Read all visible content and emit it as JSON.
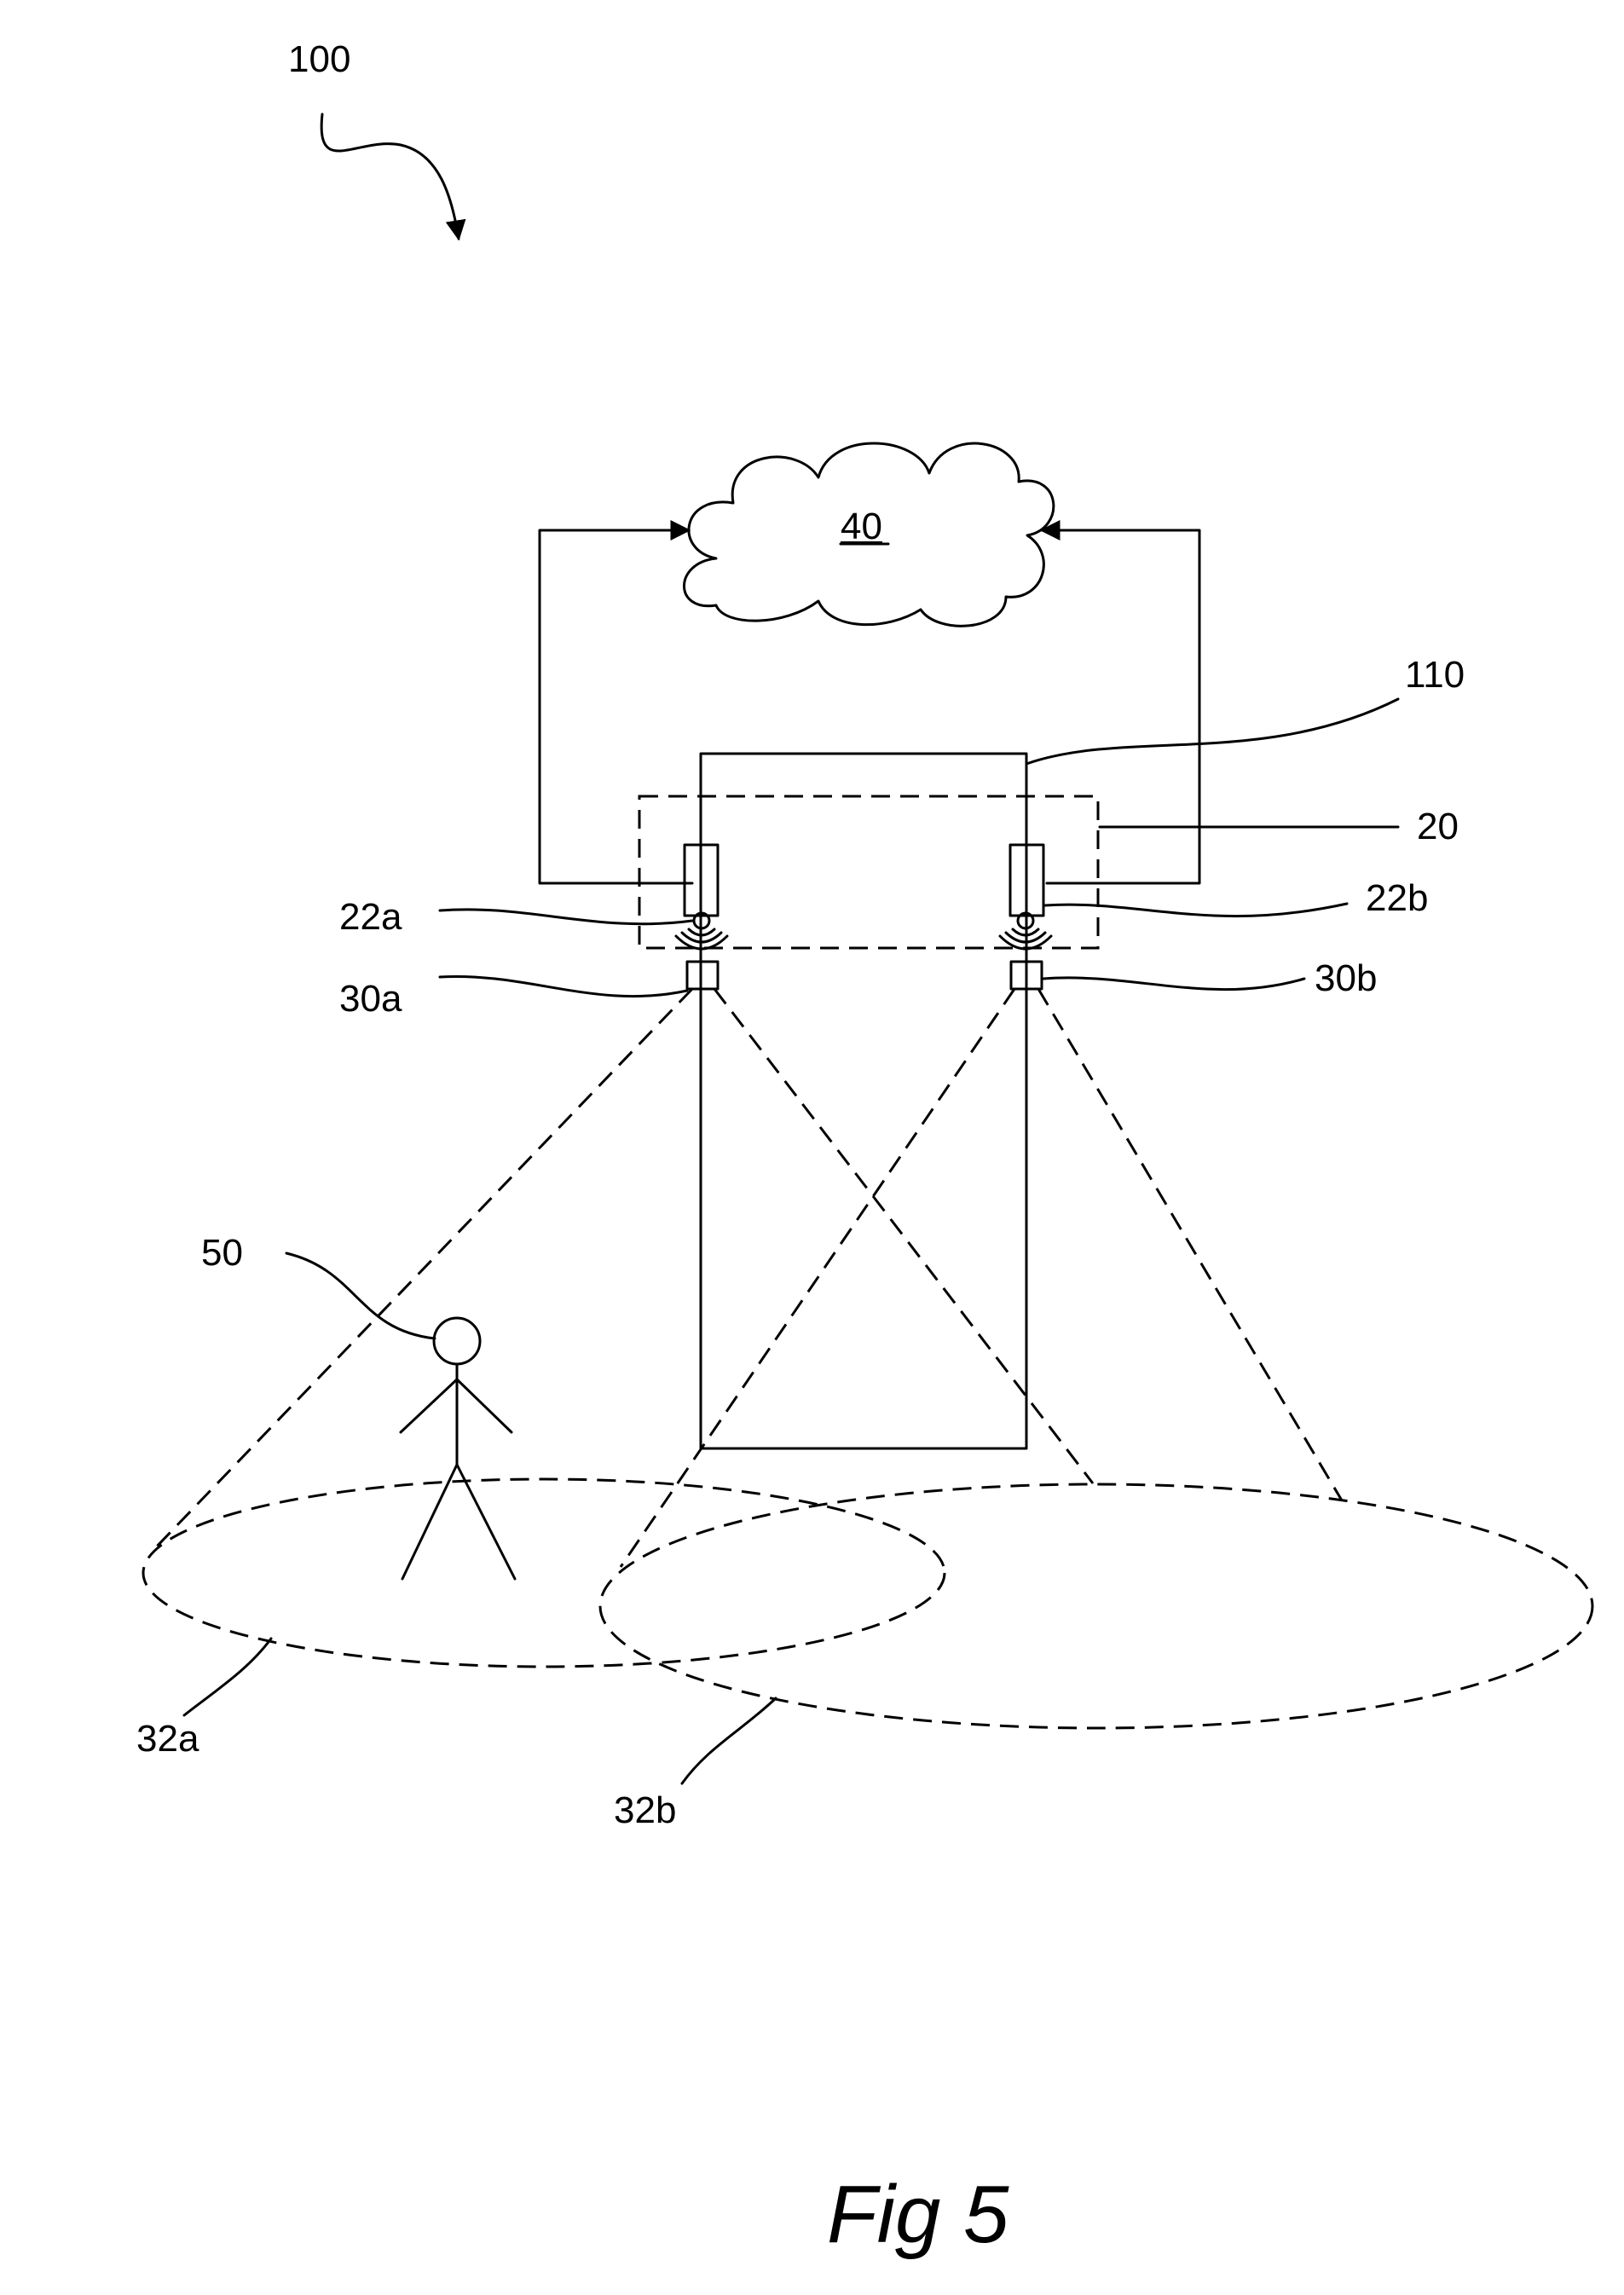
{
  "labels": {
    "system": "100",
    "cloud": "40",
    "structure": "110",
    "device_region": "20",
    "sensor_a": "22a",
    "sensor_b": "22b",
    "emitter_a": "30a",
    "emitter_b": "30b",
    "person": "50",
    "zone_a": "32a",
    "zone_b": "32b"
  },
  "caption": "Fig 5"
}
